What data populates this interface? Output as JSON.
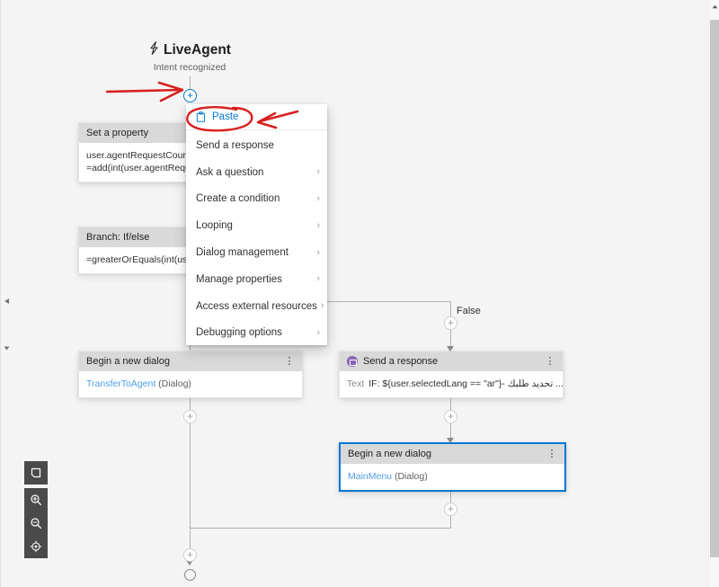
{
  "trigger": {
    "icon": "lightning-bolt-icon",
    "title": "LiveAgent",
    "subtitle": "Intent recognized"
  },
  "context_menu": {
    "paste": {
      "label": "Paste",
      "icon": "paste-icon",
      "color": "#0078d4"
    },
    "items": [
      {
        "label": "Send a response",
        "has_submenu": false
      },
      {
        "label": "Ask a question",
        "has_submenu": true
      },
      {
        "label": "Create a condition",
        "has_submenu": true
      },
      {
        "label": "Looping",
        "has_submenu": true
      },
      {
        "label": "Dialog management",
        "has_submenu": true
      },
      {
        "label": "Manage properties",
        "has_submenu": true
      },
      {
        "label": "Access external resources",
        "has_submenu": true
      },
      {
        "label": "Debugging options",
        "has_submenu": true
      }
    ]
  },
  "nodes": {
    "set_property": {
      "header": "Set a property",
      "body_line1": "user.agentRequestCount :",
      "body_line2": "=add(int(user.agentReque"
    },
    "branch": {
      "header": "Branch: If/else",
      "body_line1": "=greaterOrEquals(int(user"
    },
    "begin_dialog_left": {
      "header": "Begin a new dialog",
      "body_link": "TransferToAgent",
      "body_suffix": "(Dialog)"
    },
    "send_response": {
      "header": "Send a response",
      "icon_color": "#8764b8",
      "body_label": "Text",
      "body_value": "IF: ${user.selectedLang == \"ar\"}- تحديد طلبك ..."
    },
    "begin_dialog_main": {
      "header": "Begin a new dialog",
      "body_link": "MainMenu",
      "body_suffix": "(Dialog)",
      "selected": true,
      "accent": "#0078d4"
    }
  },
  "branch_labels": {
    "false": "False"
  },
  "toolbar": {
    "items": [
      {
        "name": "fit-to-screen-icon",
        "active": true
      },
      {
        "name": "zoom-in-icon",
        "active": false
      },
      {
        "name": "zoom-out-icon",
        "active": false
      },
      {
        "name": "reset-focus-icon",
        "active": false
      }
    ]
  },
  "annotations": {
    "color": "#d72020",
    "marks": [
      {
        "name": "arrow-to-plus-handle",
        "type": "arrow"
      },
      {
        "name": "ellipse-around-paste",
        "type": "ellipse"
      },
      {
        "name": "arrow-to-paste",
        "type": "arrow"
      }
    ]
  },
  "scrollbar": {
    "orientation": "vertical",
    "thumb_visible": true
  }
}
